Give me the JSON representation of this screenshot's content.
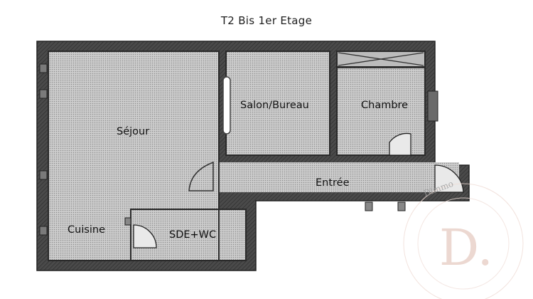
{
  "title": "T2 Bis 1er Etage",
  "rooms": {
    "sejour": "Séjour",
    "salon": "Salon/Bureau",
    "chambre": "Chambre",
    "entree": "Entrée",
    "cuisine": "Cuisine",
    "sde": "SDE+WC"
  },
  "watermark": {
    "brand": "Dimmo",
    "monogram": "D."
  },
  "colors": {
    "wall": "#3f3f3f",
    "floor": "#c9c9c9",
    "background": "#ffffff",
    "watermark": "#e9cfc7"
  }
}
